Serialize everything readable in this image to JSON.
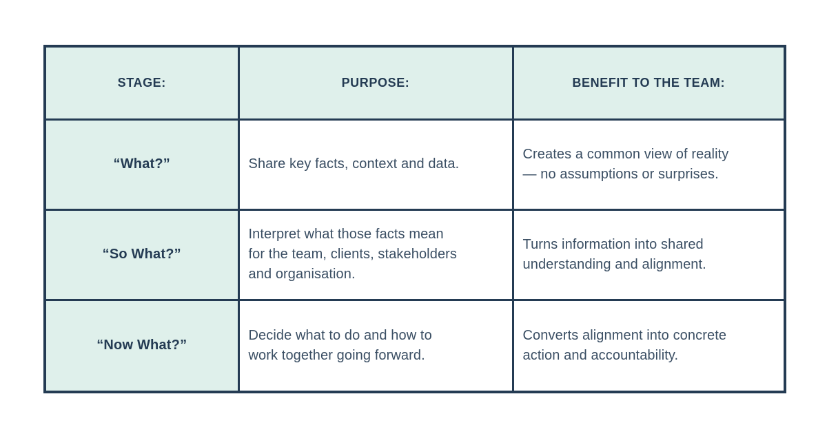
{
  "page": {
    "background_color": "#ffffff"
  },
  "table": {
    "colors": {
      "border": "#243b53",
      "header_background": "#dff0eb",
      "stage_column_background": "#dff0eb",
      "cell_background": "#ffffff",
      "header_text": "#243b53",
      "body_text": "#3a4e63"
    },
    "columns": [
      {
        "label": "STAGE:"
      },
      {
        "label": "PURPOSE:"
      },
      {
        "label": "BENEFIT TO THE TEAM:"
      }
    ],
    "rows": [
      {
        "stage": "“What?”",
        "purpose": "Share key facts, context and data.",
        "benefit": "Creates a common view of reality\n— no assumptions or surprises."
      },
      {
        "stage": "“So What?”",
        "purpose": "Interpret what those facts mean\nfor the team, clients, stakeholders\nand organisation.",
        "benefit": "Turns information into shared\nunderstanding and alignment."
      },
      {
        "stage": "“Now What?”",
        "purpose": "Decide what to do and how to\nwork together going forward.",
        "benefit": "Converts alignment into concrete\naction and accountability."
      }
    ]
  }
}
